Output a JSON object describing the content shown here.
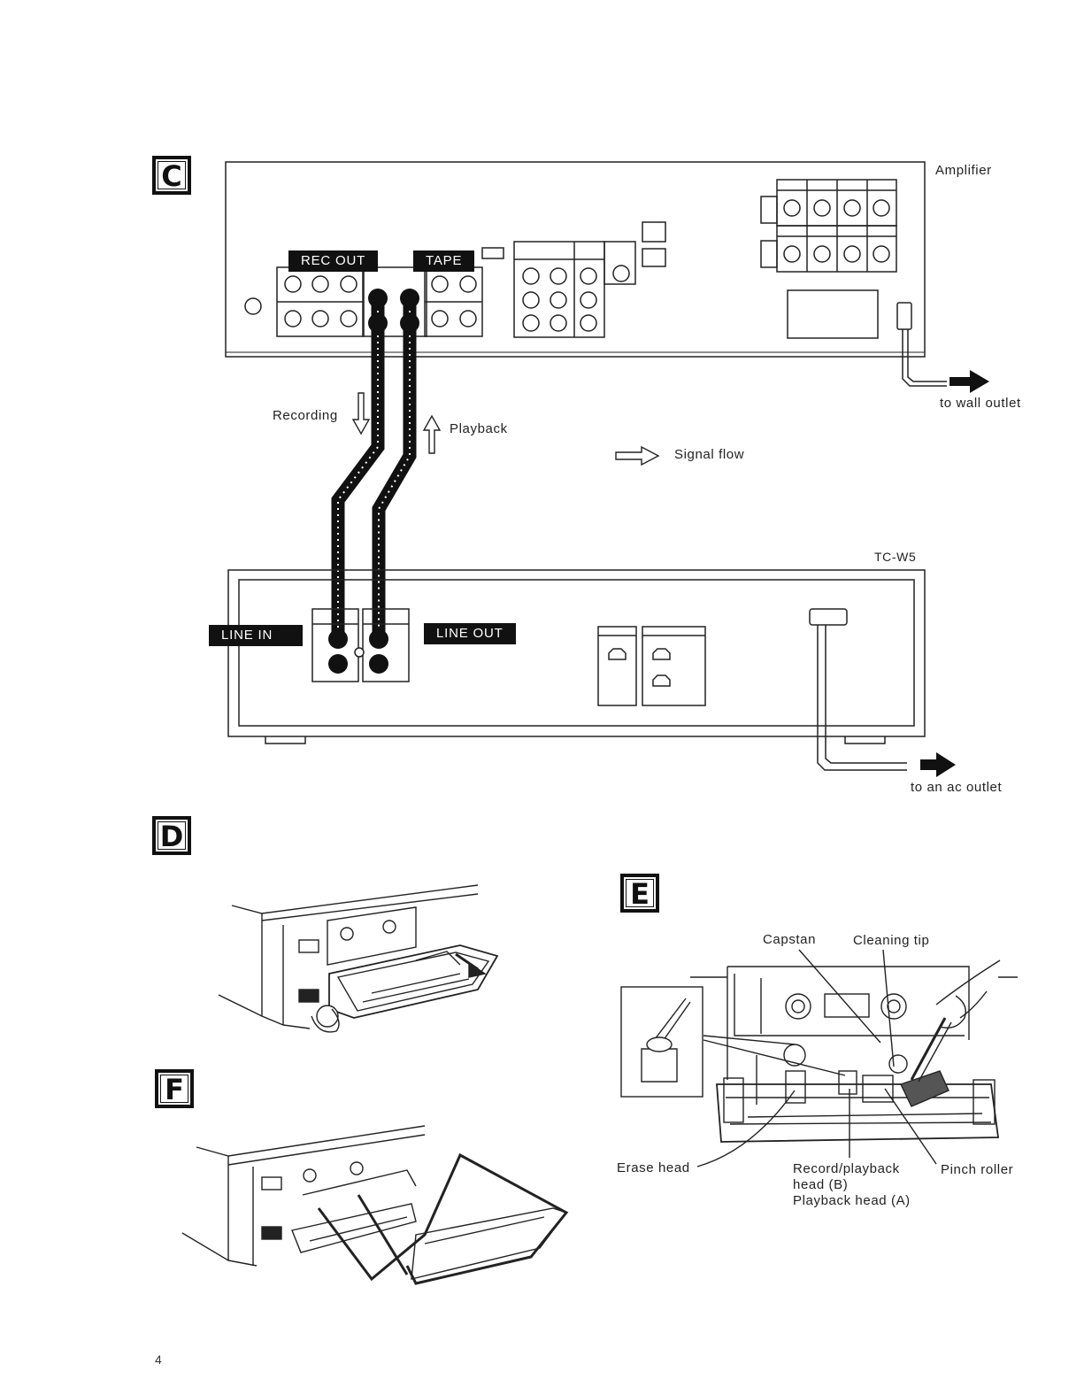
{
  "sections": {
    "c": {
      "letter": "C"
    },
    "d": {
      "letter": "D"
    },
    "e": {
      "letter": "E"
    },
    "f": {
      "letter": "F"
    }
  },
  "connection_diagram": {
    "amplifier_label": "Amplifier",
    "rec_out_label": "REC OUT",
    "tape_label": "TAPE",
    "recording_label": "Recording",
    "playback_label": "Playback",
    "signal_flow_label": "Signal flow",
    "wall_outlet_label": "to wall outlet",
    "deck_model_label": "TC-W5",
    "line_in_label": "LINE IN",
    "line_out_label": "LINE OUT",
    "ac_outlet_label": "to an ac outlet"
  },
  "head_cleaning": {
    "capstan_label": "Capstan",
    "cleaning_tip_label": "Cleaning tip",
    "erase_head_label": "Erase head",
    "record_playback_head_line1": "Record/playback",
    "record_playback_head_line2": "head (B)",
    "playback_head_label": "Playback head (A)",
    "pinch_roller_label": "Pinch roller"
  },
  "page_number": "4"
}
